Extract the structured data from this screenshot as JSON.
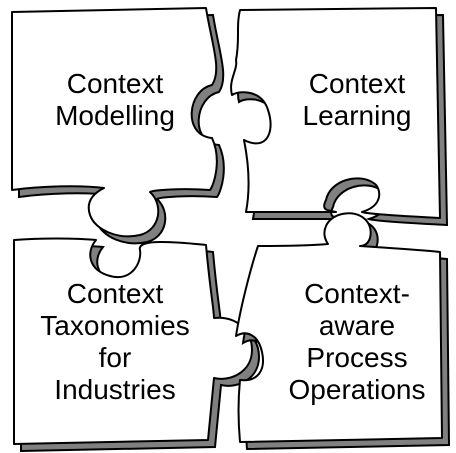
{
  "pieces": {
    "top_left": {
      "lines": [
        "Context",
        "Modelling"
      ]
    },
    "top_right": {
      "lines": [
        "Context",
        "Learning"
      ]
    },
    "bottom_left": {
      "lines": [
        "Context",
        "Taxonomies",
        "for",
        "Industries"
      ]
    },
    "bottom_right": {
      "lines": [
        "Context-",
        "aware",
        "Process",
        "Operations"
      ]
    }
  },
  "colors": {
    "piece_fill": "#ffffff",
    "piece_shadow": "#808080",
    "outline": "#000000",
    "text": "#000000"
  }
}
